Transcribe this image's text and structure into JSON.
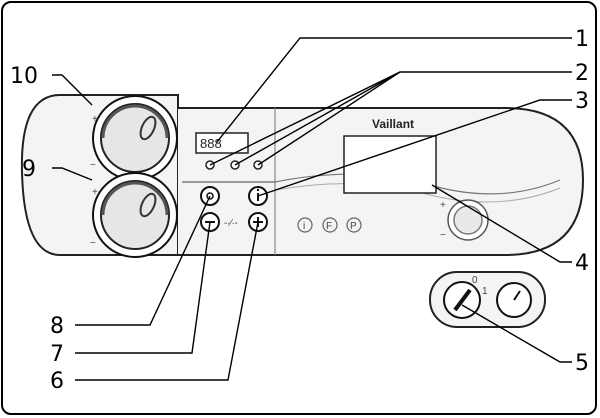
{
  "brand": "Vaillant",
  "display": {
    "digits": "888"
  },
  "callouts": [
    "1",
    "2",
    "3",
    "4",
    "5",
    "6",
    "7",
    "8",
    "9",
    "10"
  ],
  "buttons": {
    "menu": "i",
    "f": "F",
    "p": "P"
  },
  "switch_labels": {
    "off": "0",
    "on": "1"
  },
  "dial_marks": {
    "plus": "+",
    "minus": "−"
  },
  "colors": {
    "line": "#000000",
    "panel_fill": "#f4f4f4",
    "panel_stroke": "#222222"
  }
}
